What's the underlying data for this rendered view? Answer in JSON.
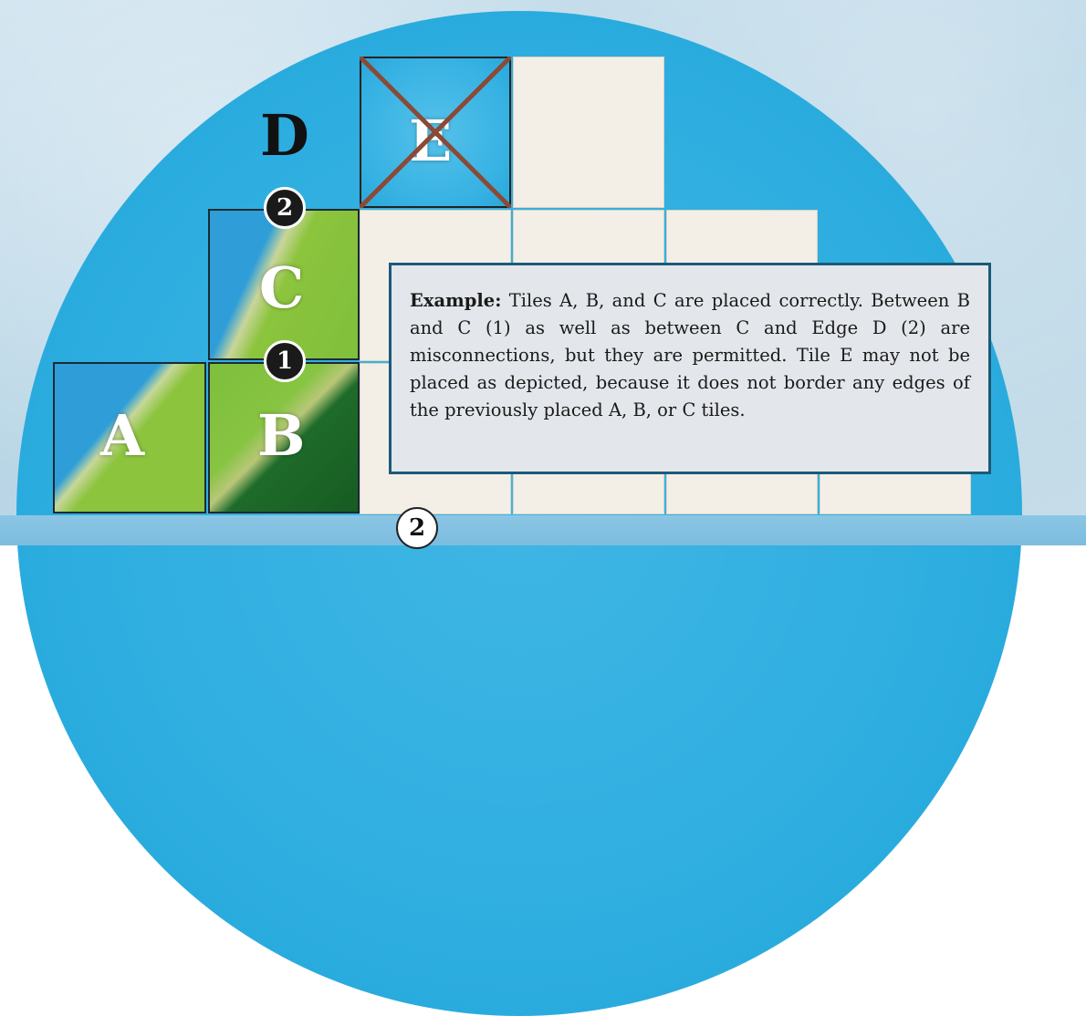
{
  "diagram": {
    "tiles": [
      {
        "id": "A",
        "letter": "A",
        "terrain": "coast-grass"
      },
      {
        "id": "B",
        "letter": "B",
        "terrain": "grass-forest"
      },
      {
        "id": "C",
        "letter": "C",
        "terrain": "coast-grass"
      },
      {
        "id": "E",
        "letter": "E",
        "terrain": "water",
        "crossed_out": true
      }
    ],
    "edge_label": "D",
    "markers": [
      {
        "id": "misconnection-1",
        "label": "1",
        "style": "dark"
      },
      {
        "id": "misconnection-2",
        "label": "2",
        "style": "dark"
      },
      {
        "id": "edge-marker",
        "label": "2",
        "style": "light"
      }
    ]
  },
  "example": {
    "lead": "Example:",
    "text": " Tiles A, B, and C are placed correctly. Between B and C (1) as well as between C and Edge D (2) are misconnections, but they are permitted. Tile E may not be placed as depicted, because it does not border any edges of the previously placed A, B, or C tiles."
  },
  "colors": {
    "water": "#2eaee0",
    "grass": "#8cc43d",
    "forest": "#175c22",
    "cross": "#8a4a36",
    "panel_border": "#1b5a78"
  }
}
